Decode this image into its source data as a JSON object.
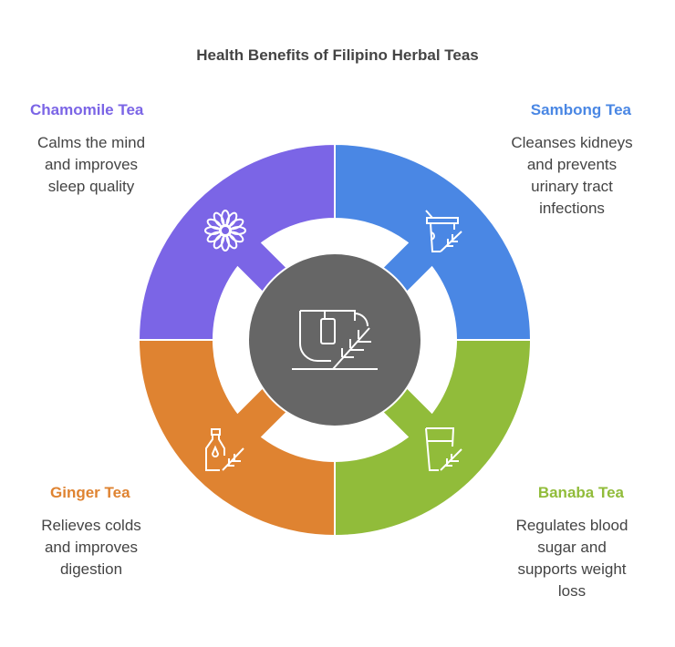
{
  "title": "Health Benefits of Filipino Herbal Teas",
  "colors": {
    "chamomile": "#7b65e6",
    "sambong": "#4a87e4",
    "ginger": "#df8331",
    "banaba": "#91bc3a",
    "center": "#666666"
  },
  "items": [
    {
      "name": "Chamomile Tea",
      "icon": "flower-icon",
      "lines": [
        "Calms the mind",
        "and improves",
        "sleep quality"
      ]
    },
    {
      "name": "Sambong Tea",
      "icon": "cup-with-herb-icon",
      "lines": [
        "Cleanses kidneys",
        "and prevents",
        "urinary tract",
        "infections"
      ]
    },
    {
      "name": "Ginger Tea",
      "icon": "bottle-with-herb-icon",
      "lines": [
        "Relieves colds",
        "and improves",
        "digestion"
      ]
    },
    {
      "name": "Banaba Tea",
      "icon": "glass-with-herb-icon",
      "lines": [
        "Regulates blood",
        "sugar and",
        "supports weight",
        "loss"
      ]
    }
  ],
  "center_icon": "herbal-tea-mug-icon"
}
